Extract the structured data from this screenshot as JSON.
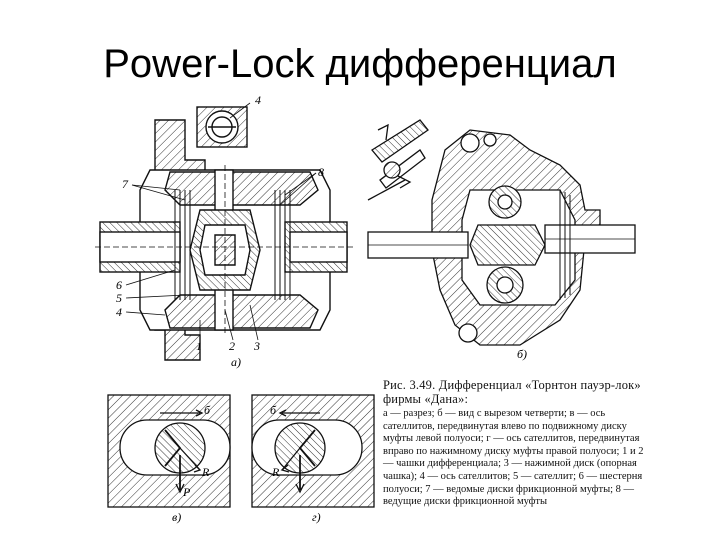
{
  "slide": {
    "title": "Power-Lock дифференциал"
  },
  "figure": {
    "labels": {
      "a": {
        "n1": "1",
        "n2": "2",
        "n3": "3",
        "n4_top": "4",
        "n4": "4",
        "n5": "5",
        "n6": "6",
        "n7": "7",
        "n8": "8",
        "view": "а)"
      },
      "b": {
        "view": "б)"
      },
      "v": {
        "view": "в)",
        "b": "б",
        "p": "P",
        "r": "R"
      },
      "g": {
        "view": "г)",
        "b": "б",
        "r": "R"
      }
    },
    "caption": {
      "heading": "Рис. 3.49. Дифференциал «Торнтон пауэр-лок» фирмы «Дана»:",
      "text": "а — разрез; б — вид с вырезом четверти; в — ось сателлитов, передвинутая влево по подвижному диску муфты левой полуоси; г — ось сателлитов, передвинутая вправо по нажимному диску муфты правой полуоси; 1 и 2 — чашки дифференциала; 3 — нажимной диск (опорная чашка); 4 — ось сателлитов; 5 — сателлит; 6 — шестерня полуоси; 7 — ведомые диски фрикционной муфты; 8 — ведущие диски фрикционной муфты"
    }
  }
}
